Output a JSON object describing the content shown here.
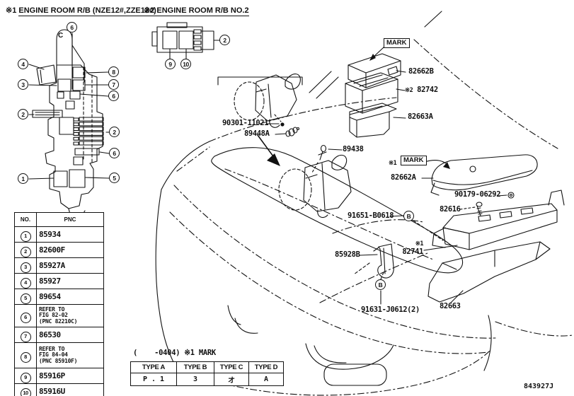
{
  "page": {
    "footer_code": "843927J"
  },
  "sections": {
    "rb1": {
      "prefix": "※1",
      "title": "ENGINE ROOM R/B (NZE12#,ZZE12#)",
      "block_letter": "C"
    },
    "rb2": {
      "prefix": "※2",
      "title": "ENGINE ROOM R/B NO.2"
    }
  },
  "callouts": {
    "n1": "1",
    "n2": "2",
    "n3": "3",
    "n4": "4",
    "n5": "5",
    "n6": "6",
    "n7": "7",
    "n8": "8",
    "n9": "9",
    "n10": "10",
    "b": "B"
  },
  "pnc_table": {
    "headers": {
      "no": "NO.",
      "pnc": "PNC"
    },
    "rows": [
      {
        "no": "1",
        "pnc": "85934"
      },
      {
        "no": "2",
        "pnc": "82600F"
      },
      {
        "no": "3",
        "pnc": "85927A"
      },
      {
        "no": "4",
        "pnc": "85927"
      },
      {
        "no": "5",
        "pnc": "89654"
      },
      {
        "no": "6",
        "pnc": "REFER TO\nFIG 82-02\n(PNC 82210C)"
      },
      {
        "no": "7",
        "pnc": "86530"
      },
      {
        "no": "8",
        "pnc": "REFER TO\nFIG 84-04\n(PNC 85910F)"
      },
      {
        "no": "9",
        "pnc": "85916P"
      },
      {
        "no": "10",
        "pnc": "85916U"
      }
    ]
  },
  "part_labels": {
    "p90301": "90301-11021",
    "p89448a": "89448A",
    "p89438": "89438",
    "mark": "MARK",
    "p82662b": "82662B",
    "p82742_prefix": "※2",
    "p82742": "82742",
    "p82663a": "82663A",
    "mark1_prefix": "※1",
    "p82662a": "82662A",
    "p90179": "90179-06292",
    "p82616": "82616",
    "p91651": "91651-B0618",
    "p85928b": "85928B",
    "p82741_prefix": "※1",
    "p82741": "82741",
    "p91631": "91631-J0612(2)",
    "p82663": "82663"
  },
  "mark_table": {
    "date_range": "(    -0404)",
    "mark_label": "※1 MARK",
    "headers": [
      "TYPE A",
      "TYPE B",
      "TYPE C",
      "TYPE D"
    ],
    "values": [
      "P . 1",
      "3",
      "オ",
      "A"
    ]
  }
}
